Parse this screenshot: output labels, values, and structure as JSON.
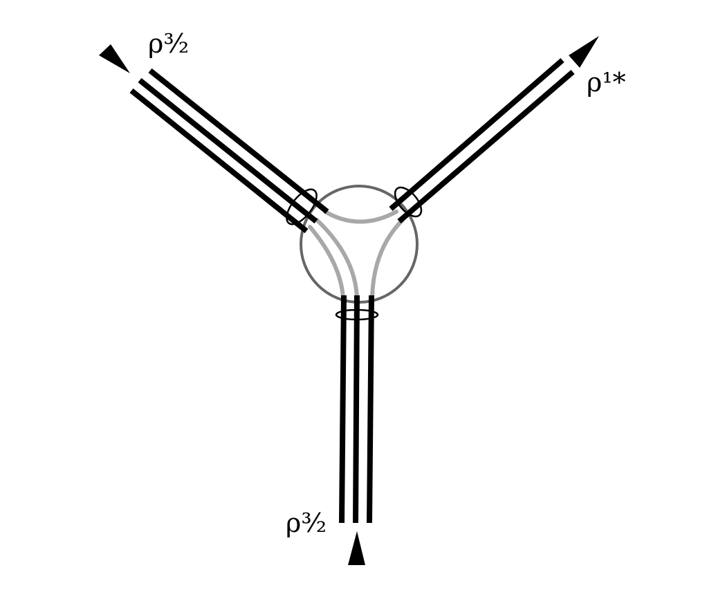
{
  "labels": {
    "top_left": "ρ³⁄₂",
    "top_right": "ρ¹*",
    "bottom": "ρ³⁄₂"
  },
  "colors": {
    "line": "#000000",
    "inner_line": "#a8a8a8",
    "circle": "#666666"
  }
}
